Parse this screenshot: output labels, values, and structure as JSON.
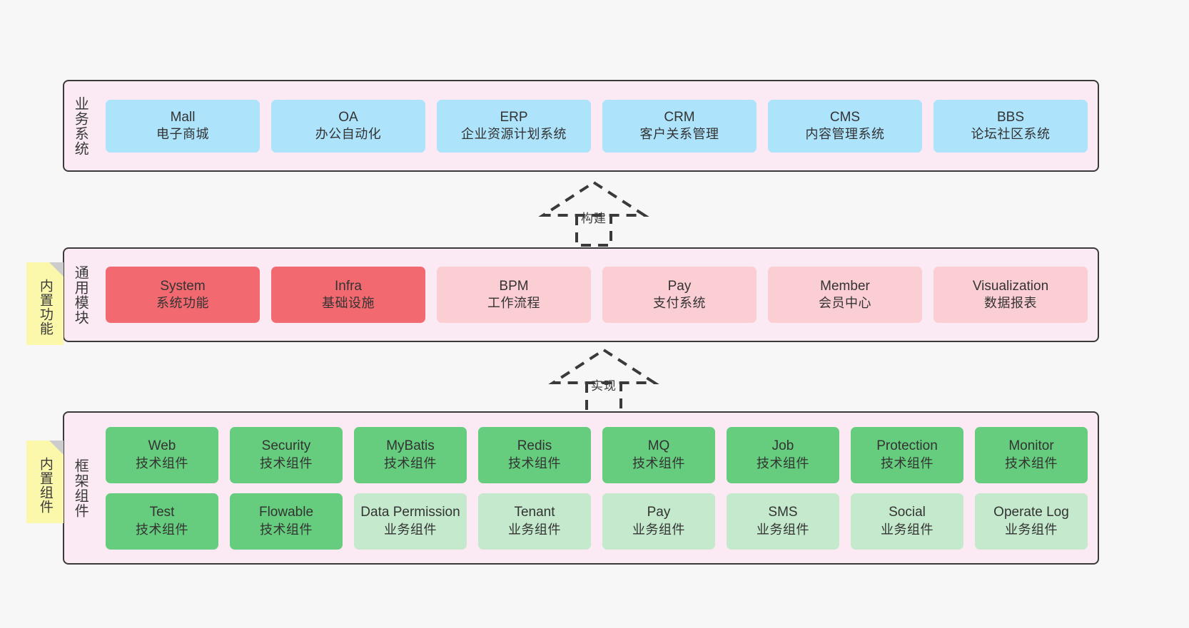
{
  "layers": [
    {
      "id": "business",
      "label": "业务系统",
      "rows": [
        {
          "items": [
            {
              "en": "Mall",
              "cn": "电子商城",
              "color": "#ade3fb"
            },
            {
              "en": "OA",
              "cn": "办公自动化",
              "color": "#ade3fb"
            },
            {
              "en": "ERP",
              "cn": "企业资源计划系统",
              "color": "#ade3fb"
            },
            {
              "en": "CRM",
              "cn": "客户关系管理",
              "color": "#ade3fb"
            },
            {
              "en": "CMS",
              "cn": "内容管理系统",
              "color": "#ade3fb"
            },
            {
              "en": "BBS",
              "cn": "论坛社区系统",
              "color": "#ade3fb"
            }
          ]
        }
      ]
    },
    {
      "id": "common",
      "label": "通用模块",
      "rows": [
        {
          "items": [
            {
              "en": "System",
              "cn": "系统功能",
              "color": "#f26a70"
            },
            {
              "en": "Infra",
              "cn": "基础设施",
              "color": "#f26a70"
            },
            {
              "en": "BPM",
              "cn": "工作流程",
              "color": "#fbced3"
            },
            {
              "en": "Pay",
              "cn": "支付系统",
              "color": "#fbced3"
            },
            {
              "en": "Member",
              "cn": "会员中心",
              "color": "#fbced3"
            },
            {
              "en": "Visualization",
              "cn": "数据报表",
              "color": "#fbced3"
            }
          ]
        }
      ]
    },
    {
      "id": "framework",
      "label": "框架组件",
      "rows": [
        {
          "items": [
            {
              "en": "Web",
              "cn": "技术组件",
              "color": "#65cd7d"
            },
            {
              "en": "Security",
              "cn": "技术组件",
              "color": "#65cd7d"
            },
            {
              "en": "MyBatis",
              "cn": "技术组件",
              "color": "#65cd7d"
            },
            {
              "en": "Redis",
              "cn": "技术组件",
              "color": "#65cd7d"
            },
            {
              "en": "MQ",
              "cn": "技术组件",
              "color": "#65cd7d"
            },
            {
              "en": "Job",
              "cn": "技术组件",
              "color": "#65cd7d"
            },
            {
              "en": "Protection",
              "cn": "技术组件",
              "color": "#65cd7d"
            },
            {
              "en": "Monitor",
              "cn": "技术组件",
              "color": "#65cd7d"
            }
          ]
        },
        {
          "items": [
            {
              "en": "Test",
              "cn": "技术组件",
              "color": "#65cd7d"
            },
            {
              "en": "Flowable",
              "cn": "技术组件",
              "color": "#65cd7d"
            },
            {
              "en": "Data Permission",
              "cn": "业务组件",
              "color": "#c4e9cd"
            },
            {
              "en": "Tenant",
              "cn": "业务组件",
              "color": "#c4e9cd"
            },
            {
              "en": "Pay",
              "cn": "业务组件",
              "color": "#c4e9cd"
            },
            {
              "en": "SMS",
              "cn": "业务组件",
              "color": "#c4e9cd"
            },
            {
              "en": "Social",
              "cn": "业务组件",
              "color": "#c4e9cd"
            },
            {
              "en": "Operate Log",
              "cn": "业务组件",
              "color": "#c4e9cd"
            }
          ]
        }
      ]
    }
  ],
  "notes": [
    {
      "id": "functions",
      "text": "内置功能"
    },
    {
      "id": "components",
      "text": "内置组件"
    }
  ],
  "connectors": [
    {
      "id": "build",
      "label": "构建"
    },
    {
      "id": "implement",
      "label": "实现"
    }
  ],
  "colors": {
    "background": "#f7f7f7",
    "panel": "#fbeaf4",
    "panel_border": "#3a3a3a",
    "note": "#fbf8ab",
    "note_fold": "#cccccc",
    "business_item": "#ade3fb",
    "common_item_strong": "#f26a70",
    "common_item_light": "#fbced3",
    "framework_item_strong": "#65cd7d",
    "framework_item_light": "#c4e9cd",
    "text": "#333333"
  }
}
